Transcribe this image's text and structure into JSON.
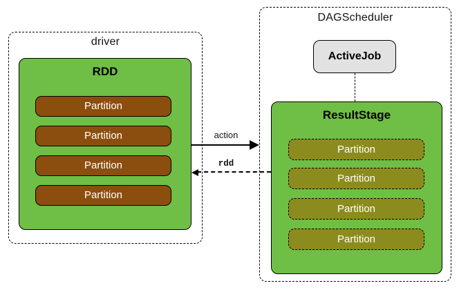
{
  "diagram": {
    "driver": {
      "title": "driver",
      "rdd": {
        "title": "RDD",
        "partitions": [
          "Partition",
          "Partition",
          "Partition",
          "Partition"
        ]
      }
    },
    "dag_scheduler": {
      "title": "DAGScheduler",
      "active_job": {
        "label": "ActiveJob"
      },
      "result_stage": {
        "title": "ResultStage",
        "partitions": [
          "Partition",
          "Partition",
          "Partition",
          "Partition"
        ]
      }
    },
    "edges": {
      "action": {
        "label": "action"
      },
      "rdd": {
        "label": "rdd"
      }
    }
  },
  "colors": {
    "node-green": "#6FBE45",
    "partition-brown": "#8C4E0F",
    "partition-olive": "#8C8C1E",
    "activejob-gray": "#E2E2E2"
  }
}
